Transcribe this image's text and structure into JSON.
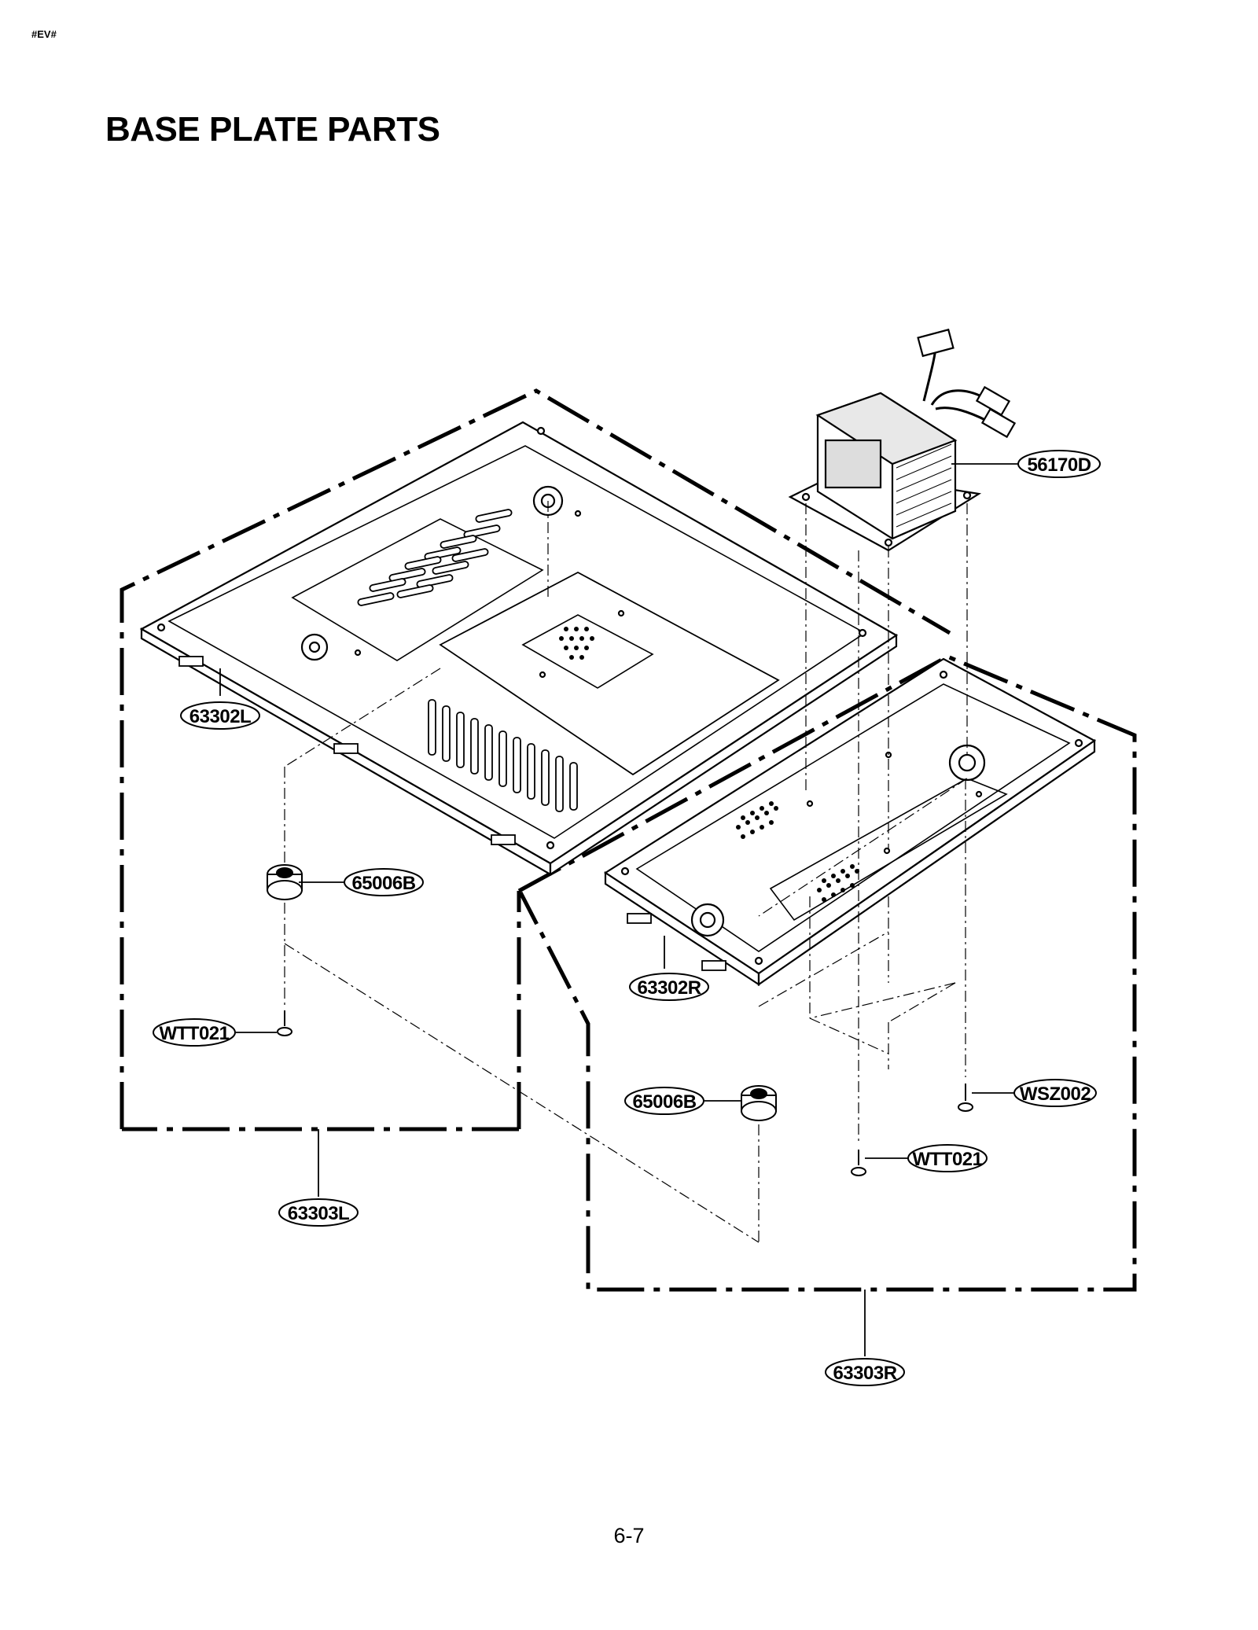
{
  "document": {
    "code": "#EV#",
    "title": "BASE PLATE PARTS",
    "page_number": "6-7"
  },
  "callouts": {
    "transformer": "56170D",
    "base_plate_left": "63302L",
    "base_plate_right": "63302R",
    "foot_left": "65006B",
    "foot_right": "65006B",
    "screw_left": "WTT021",
    "screw_right": "WTT021",
    "screw_transformer": "WSZ002",
    "assembly_left": "63303L",
    "assembly_right": "63303R"
  }
}
